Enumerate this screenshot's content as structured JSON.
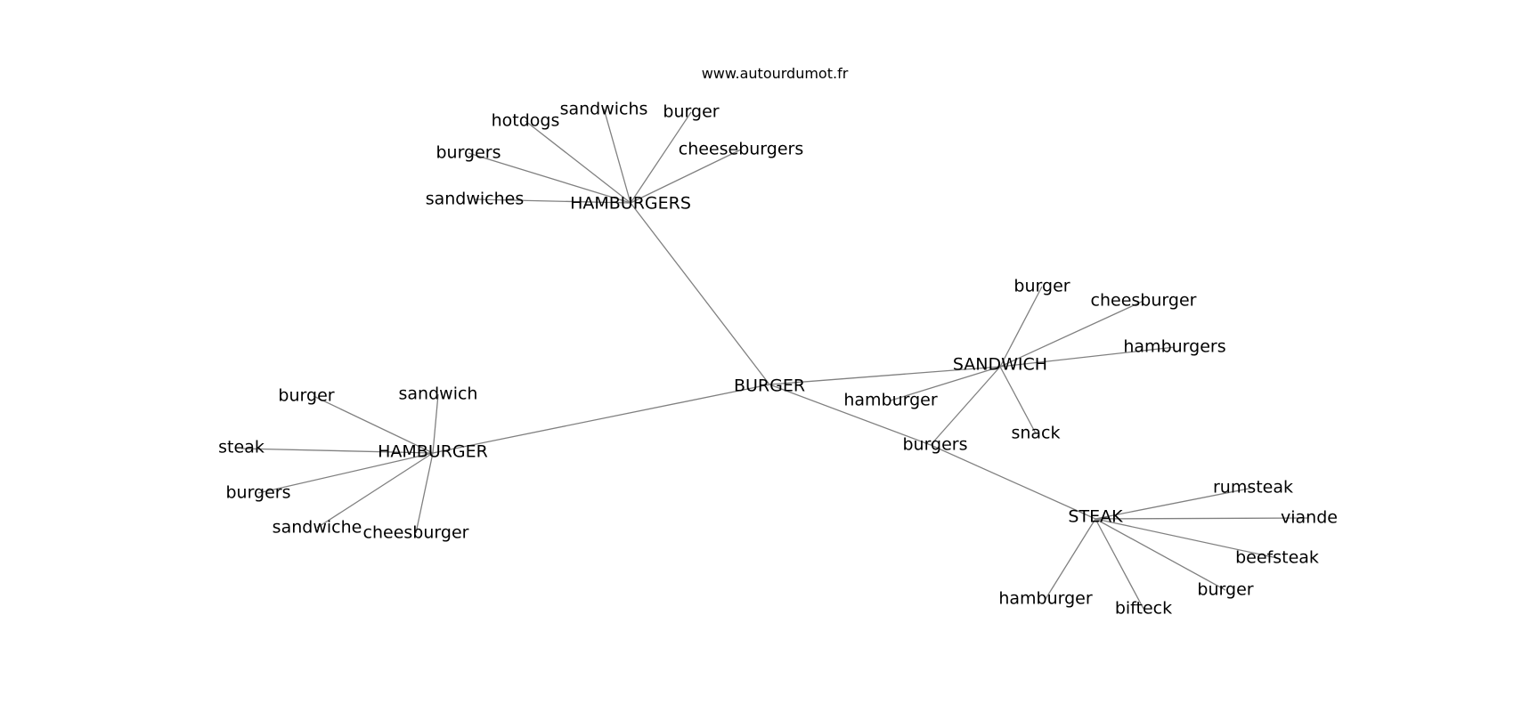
{
  "credit": "www.autourdumot.fr",
  "graph": {
    "nodes": [
      {
        "id": "burger_c",
        "label": "BURGER"
      },
      {
        "id": "hamburgers_c",
        "label": "HAMBURGERS"
      },
      {
        "id": "hamburger_c",
        "label": "HAMBURGER"
      },
      {
        "id": "sandwich_c",
        "label": "SANDWICH"
      },
      {
        "id": "steak_c",
        "label": "STEAK"
      },
      {
        "id": "burgers_mid",
        "label": "burgers"
      },
      {
        "id": "hs_hotdogs",
        "label": "hotdogs"
      },
      {
        "id": "hs_sandwichs",
        "label": "sandwichs"
      },
      {
        "id": "hs_burger",
        "label": "burger"
      },
      {
        "id": "hs_cheeseburgers",
        "label": "cheeseburgers"
      },
      {
        "id": "hs_burgers",
        "label": "burgers"
      },
      {
        "id": "hs_sandwiches",
        "label": "sandwiches"
      },
      {
        "id": "sw_burger",
        "label": "burger"
      },
      {
        "id": "sw_cheesburger",
        "label": "cheesburger"
      },
      {
        "id": "sw_hamburgers",
        "label": "hamburgers"
      },
      {
        "id": "sw_hamburger",
        "label": "hamburger"
      },
      {
        "id": "sw_snack",
        "label": "snack"
      },
      {
        "id": "hb_burger",
        "label": "burger"
      },
      {
        "id": "hb_sandwich",
        "label": "sandwich"
      },
      {
        "id": "hb_steak",
        "label": "steak"
      },
      {
        "id": "hb_burgers",
        "label": "burgers"
      },
      {
        "id": "hb_sandwiche",
        "label": "sandwiche"
      },
      {
        "id": "hb_cheesburger",
        "label": "cheesburger"
      },
      {
        "id": "st_rumsteak",
        "label": "rumsteak"
      },
      {
        "id": "st_viande",
        "label": "viande"
      },
      {
        "id": "st_beefsteak",
        "label": "beefsteak"
      },
      {
        "id": "st_burger",
        "label": "burger"
      },
      {
        "id": "st_bifteck",
        "label": "bifteck"
      },
      {
        "id": "st_hamburger",
        "label": "hamburger"
      }
    ],
    "edges": [
      [
        "burger_c",
        "hamburgers_c"
      ],
      [
        "burger_c",
        "hamburger_c"
      ],
      [
        "burger_c",
        "sandwich_c"
      ],
      [
        "burger_c",
        "burgers_mid"
      ],
      [
        "burgers_mid",
        "steak_c"
      ],
      [
        "sandwich_c",
        "burgers_mid"
      ],
      [
        "hamburgers_c",
        "hs_hotdogs"
      ],
      [
        "hamburgers_c",
        "hs_sandwichs"
      ],
      [
        "hamburgers_c",
        "hs_burger"
      ],
      [
        "hamburgers_c",
        "hs_cheeseburgers"
      ],
      [
        "hamburgers_c",
        "hs_burgers"
      ],
      [
        "hamburgers_c",
        "hs_sandwiches"
      ],
      [
        "sandwich_c",
        "sw_burger"
      ],
      [
        "sandwich_c",
        "sw_cheesburger"
      ],
      [
        "sandwich_c",
        "sw_hamburgers"
      ],
      [
        "sandwich_c",
        "sw_hamburger"
      ],
      [
        "sandwich_c",
        "sw_snack"
      ],
      [
        "hamburger_c",
        "hb_burger"
      ],
      [
        "hamburger_c",
        "hb_sandwich"
      ],
      [
        "hamburger_c",
        "hb_steak"
      ],
      [
        "hamburger_c",
        "hb_burgers"
      ],
      [
        "hamburger_c",
        "hb_sandwiche"
      ],
      [
        "hamburger_c",
        "hb_cheesburger"
      ],
      [
        "steak_c",
        "st_rumsteak"
      ],
      [
        "steak_c",
        "st_viande"
      ],
      [
        "steak_c",
        "st_beefsteak"
      ],
      [
        "steak_c",
        "st_burger"
      ],
      [
        "steak_c",
        "st_bifteck"
      ],
      [
        "steak_c",
        "st_hamburger"
      ]
    ]
  }
}
